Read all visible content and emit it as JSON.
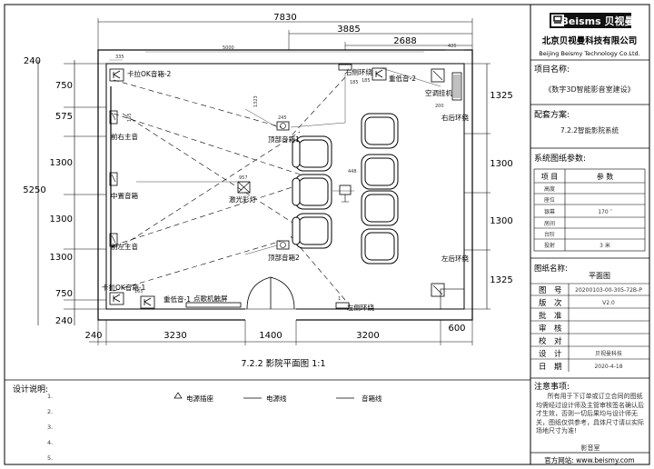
{
  "dims": {
    "top_total": "7830",
    "top_mid": "3885",
    "top_right": "2688",
    "top_small_left": "335",
    "top_small_center": "5000",
    "top_small_right": "435",
    "left_total": "5250",
    "left_top_small": "240",
    "left": [
      "750",
      "575",
      "1300",
      "1300",
      "1300",
      "750"
    ],
    "left_bottom_small": "240",
    "right": [
      "1325",
      "1300",
      "1300",
      "1325"
    ],
    "bottom": [
      "240",
      "3230",
      "1400",
      "3200",
      "600"
    ]
  },
  "labels": {
    "karaoke_speaker_2": "卡拉OK音箱-2",
    "karaoke_speaker_1": "卡拉OK音箱-1",
    "front_right": "前右主音",
    "center_speaker": "中置音箱",
    "front_left": "前左主音",
    "right_surround": "右侧环绕",
    "left_surround": "左侧环绕",
    "subwoofer_2": "重低音-2",
    "subwoofer_1": "重低音-1",
    "ac_unit": "空调挂机",
    "rear_right_surround": "右后环绕",
    "rear_left_surround": "左后环绕",
    "ceiling_surround_1": "顶部音箱1",
    "ceiling_surround_2": "顶部音箱2",
    "laser_light": "激光彩灯",
    "touch_screen": "点歌机触屏",
    "inner_dims": [
      "1323",
      "245",
      "957",
      "185",
      "448",
      "185",
      "165",
      "165",
      "1",
      "200"
    ]
  },
  "caption": "7.2.2 影院平面图 1:1",
  "design_notes": {
    "title": "设计说明:",
    "items": [
      "1.",
      "2.",
      "3.",
      "4.",
      "5."
    ],
    "legend": [
      "电源插座",
      "电源线",
      "音箱线"
    ]
  },
  "title_block": {
    "logo_text": "Beisms 贝视曼",
    "company_cn": "北京贝视曼科技有限公司",
    "company_en": "Beijing Beismy Technology Co.Ltd.",
    "project_name_label": "项目名称:",
    "project_name": "《数字3D智能影音室建设》",
    "scheme_label": "配套方案:",
    "scheme": "7.2.2智能影院系统",
    "params_label": "系统图纸参数:",
    "params_header": [
      "项 目",
      "参 数"
    ],
    "params_rows": [
      [
        "高度",
        ""
      ],
      [
        "座位",
        ""
      ],
      [
        "银幕",
        "170 ″"
      ],
      [
        "房间",
        ""
      ],
      [
        "台阶",
        ""
      ],
      [
        "投射",
        "3 米"
      ]
    ],
    "drawing_name_label": "图纸名称:",
    "drawing_name": "平面图",
    "info_rows": [
      [
        "图",
        "号",
        "20200103-00-305-72B-P"
      ],
      [
        "版",
        "次",
        "V2.0"
      ],
      [
        "批",
        "准",
        ""
      ],
      [
        "审",
        "核",
        ""
      ],
      [
        "校",
        "对",
        ""
      ],
      [
        "设",
        "计",
        "贝视曼科技"
      ],
      [
        "日",
        "期",
        "2020-4-18"
      ]
    ],
    "notice_title": "注意事项:",
    "notice_text": "所有用于下订单或订立合同的图纸均需经过设计师及主管审核签名确认后才生效，否则一切后果均与设计师无关，图纸仅供参考，具体尺寸请以实际场地尺寸为准!",
    "room_label": "影音室",
    "website": "官方网站: www.beismy.com"
  }
}
